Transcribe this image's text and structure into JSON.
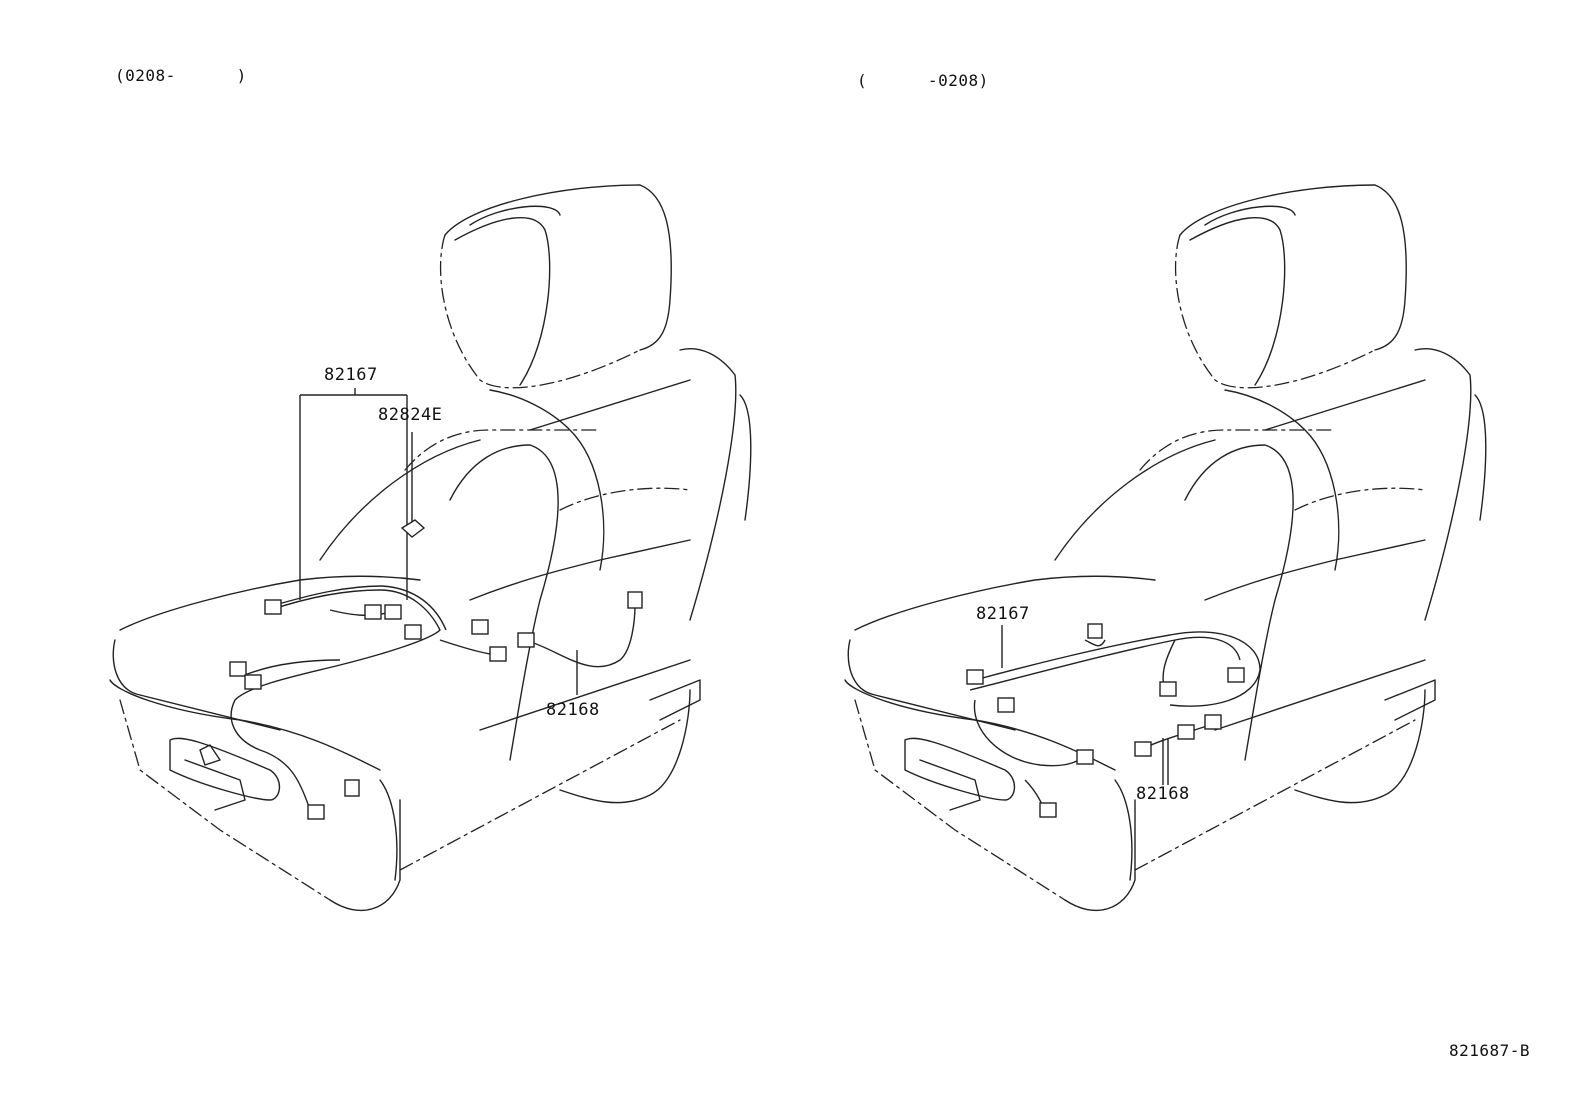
{
  "headers": {
    "left_range": "(0208-      )",
    "right_range": "(      -0208)"
  },
  "left_diagram": {
    "part_harness_upper": "82167",
    "part_sensor": "82824E",
    "part_harness_lower": "82168"
  },
  "right_diagram": {
    "part_harness_upper": "82167",
    "part_harness_lower": "82168"
  },
  "footer": {
    "illustration_code": "821687-B"
  }
}
